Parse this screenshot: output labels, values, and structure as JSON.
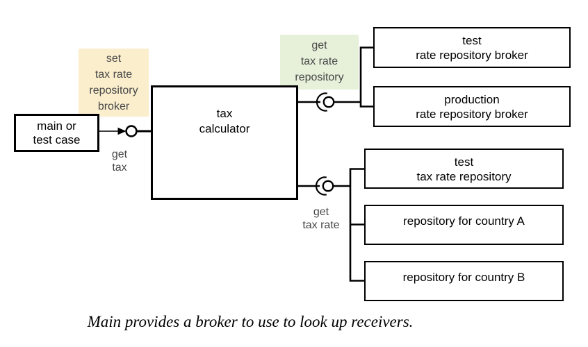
{
  "diagram": {
    "nodes": {
      "main": {
        "line1": "main or",
        "line2": "test case"
      },
      "calculator": {
        "line1": "tax",
        "line2": "calculator"
      },
      "test_broker": {
        "line1": "test",
        "line2": "rate repository broker"
      },
      "production_broker": {
        "line1": "production",
        "line2": "rate repository broker"
      },
      "test_repository": {
        "line1": "test",
        "line2": "tax rate repository"
      },
      "country_a": {
        "line1": "repository for country A"
      },
      "country_b": {
        "line1": "repository for country B"
      }
    },
    "labels": {
      "set_broker": {
        "line1": "set",
        "line2": "tax rate",
        "line3": "repository",
        "line4": "broker"
      },
      "get_tax_rate_repository": {
        "line1": "get",
        "line2": "tax rate",
        "line3": "repository"
      },
      "get_tax": {
        "line1": "get",
        "line2": "tax"
      },
      "get_tax_rate": {
        "line1": "get",
        "line2": "tax rate"
      }
    },
    "caption": "Main provides a broker to use to look up receivers.",
    "colors": {
      "set_highlight": "#faeecd",
      "get_highlight": "#e7f1da",
      "label_text": "#474747",
      "line": "#000000",
      "background": "#ffffff"
    }
  }
}
